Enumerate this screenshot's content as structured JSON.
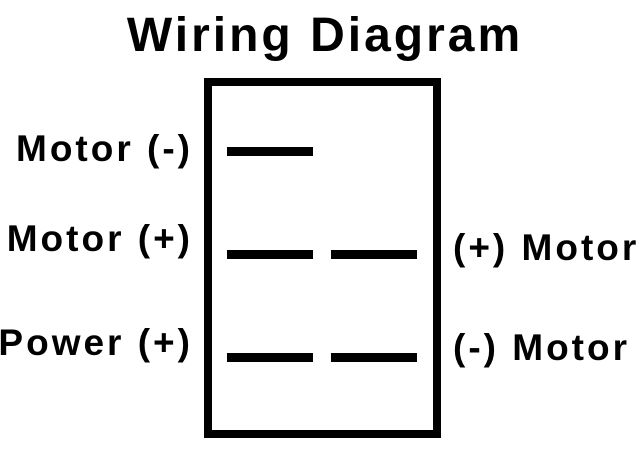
{
  "colors": {
    "background": "#ffffff",
    "ink": "#000000"
  },
  "title": "Wiring Diagram",
  "switch": {
    "left_labels": [
      {
        "text": "Motor (-)",
        "row": 1
      },
      {
        "text": "Motor (+)",
        "row": 2
      },
      {
        "text": "Power (+)",
        "row": 3
      }
    ],
    "right_labels": [
      {
        "text": "(+) Motor",
        "row": 2
      },
      {
        "text": "(-) Motor",
        "row": 3
      }
    ],
    "terminal_rows": [
      {
        "row": 1,
        "contacts": [
          "left"
        ]
      },
      {
        "row": 2,
        "contacts": [
          "left",
          "right"
        ]
      },
      {
        "row": 3,
        "contacts": [
          "left",
          "right"
        ]
      }
    ]
  }
}
